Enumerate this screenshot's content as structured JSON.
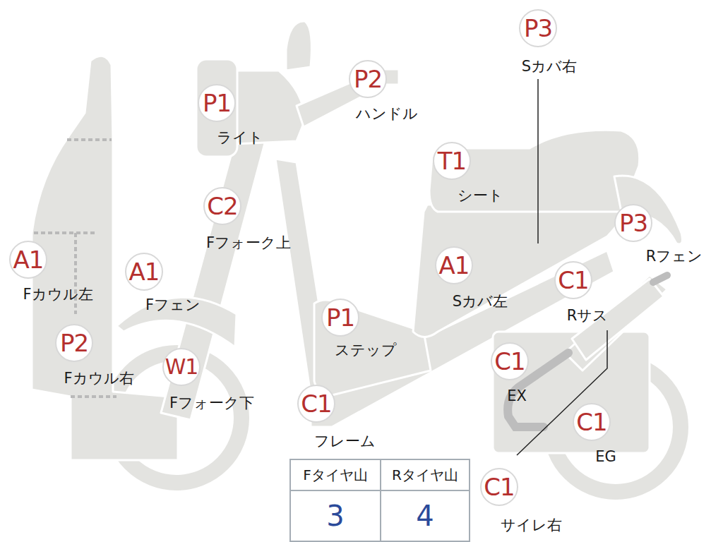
{
  "diagram": {
    "nodes": [
      {
        "text": [
          "P3",
          "Sカバ右"
        ]
      },
      {
        "text": [
          "P1",
          "ライト"
        ]
      },
      {
        "text": [
          "P2",
          "ハンドル"
        ]
      },
      {
        "text": [
          "T1",
          "シート"
        ]
      },
      {
        "text": [
          "C2",
          "Fフォーク上"
        ]
      },
      {
        "text": [
          "P3",
          "Rフェン"
        ]
      },
      {
        "text": [
          "A1",
          "Fカウル左"
        ]
      },
      {
        "text": [
          "A1",
          "Fフェン"
        ]
      },
      {
        "text": [
          "A1",
          "Sカバ左"
        ]
      },
      {
        "text": [
          "C1",
          "Rサス"
        ]
      },
      {
        "text": [
          "P1",
          "ステップ"
        ]
      },
      {
        "text": [
          "P2",
          "Fカウル右"
        ]
      },
      {
        "text": [
          "W1",
          "Fフォーク下"
        ]
      },
      {
        "text": [
          "C1",
          "EX"
        ]
      },
      {
        "text": [
          "C1",
          "フレーム"
        ]
      },
      {
        "text": [
          "C1",
          "EG"
        ]
      },
      {
        "text": [
          "C1",
          "サイレ右"
        ]
      }
    ],
    "labels": [
      "Fタイヤ山",
      "Rタイヤ山",
      "3",
      "4"
    ]
  }
}
